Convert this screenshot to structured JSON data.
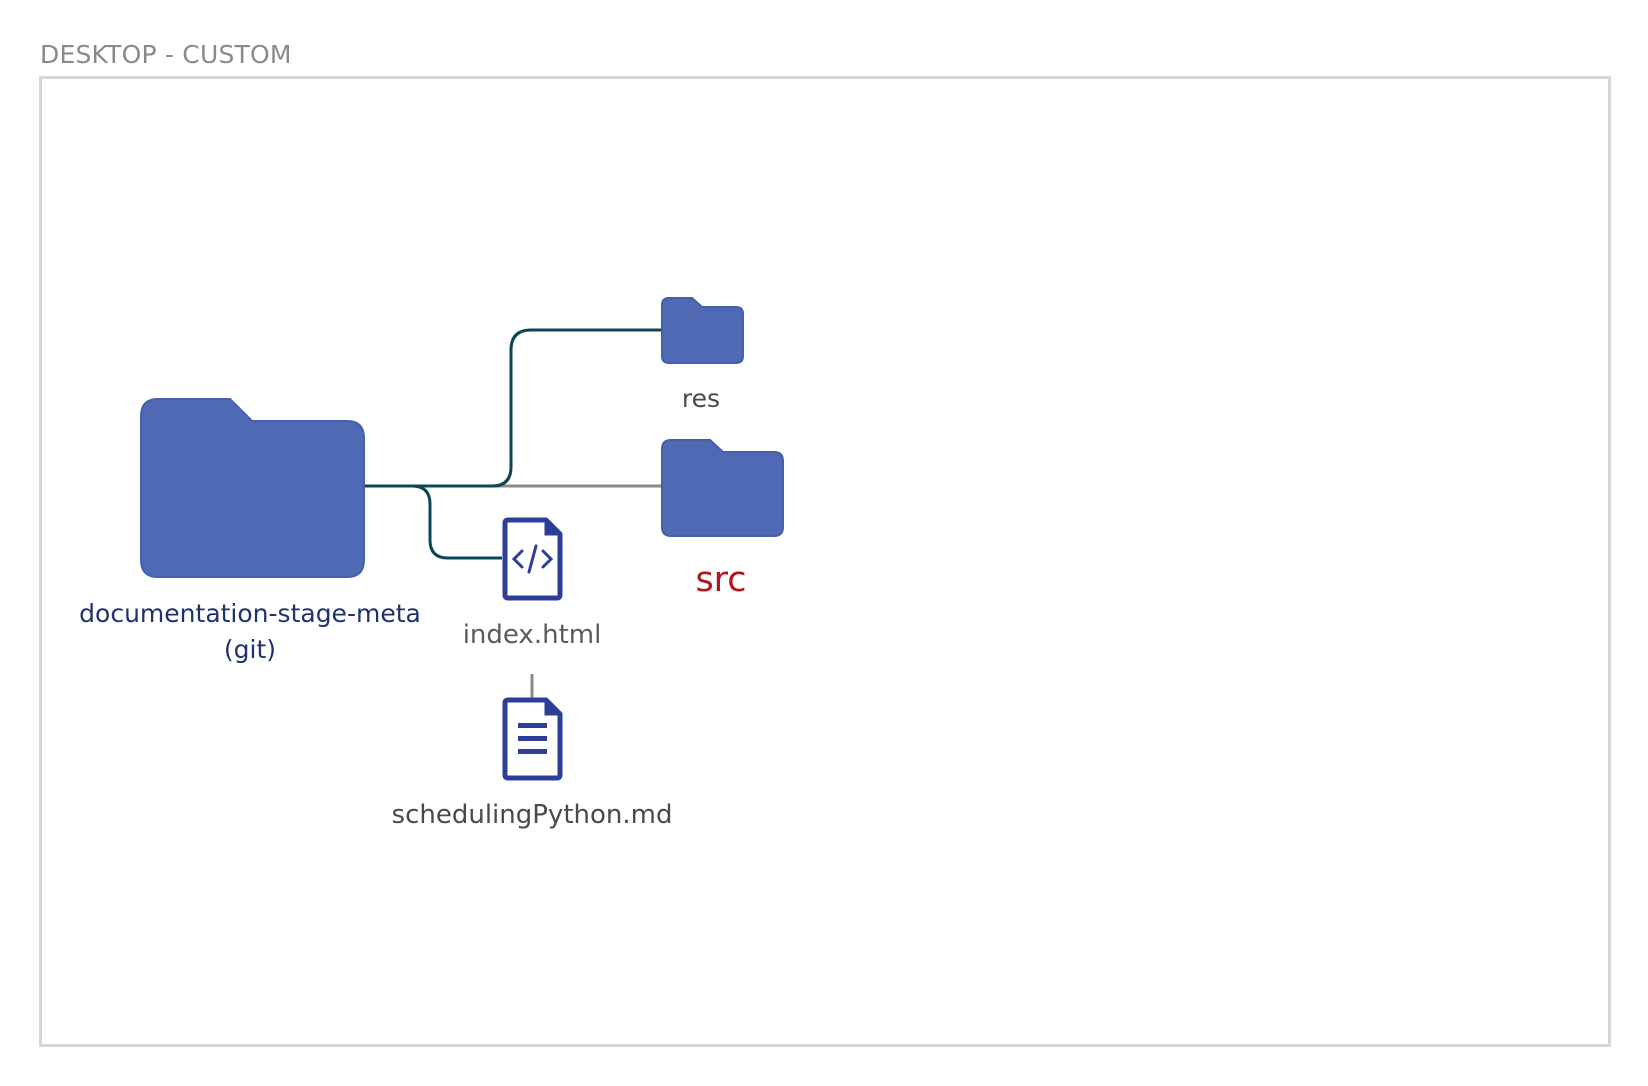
{
  "frame": {
    "title": "DESKTOP - CUSTOM"
  },
  "diagram": {
    "root": {
      "name_line1": "documentation-stage-meta",
      "name_line2": "(git)",
      "icon": "folder-icon"
    },
    "children": {
      "res": {
        "name": "res",
        "icon": "folder-icon"
      },
      "src": {
        "name": "src",
        "icon": "folder-icon",
        "highlight_color": "#b1141d"
      },
      "index": {
        "name": "index.html",
        "icon": "code-file-icon"
      },
      "md": {
        "name": "schedulingPython.md",
        "icon": "text-file-icon"
      }
    },
    "colors": {
      "folder_fill": "#4f69b5",
      "folder_stroke": "#4460a8",
      "file_stroke": "#2d3e98",
      "connector_dark": "#0e4455",
      "connector_gray": "#8a8a8a",
      "frame_border": "#d6d6d6"
    }
  }
}
